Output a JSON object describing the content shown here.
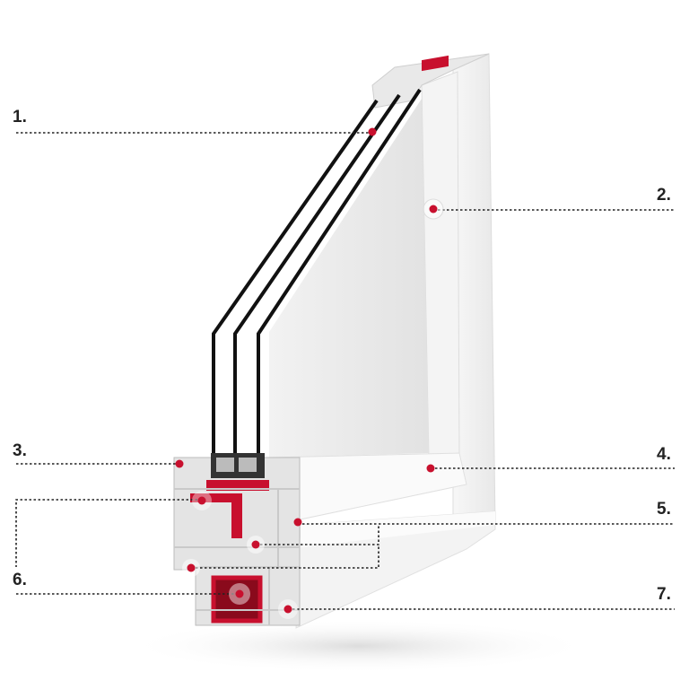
{
  "callouts": [
    {
      "number": "1."
    },
    {
      "number": "2."
    },
    {
      "number": "3."
    },
    {
      "number": "4."
    },
    {
      "number": "5."
    },
    {
      "number": "6."
    },
    {
      "number": "7."
    }
  ],
  "colors": {
    "accent": "#c8102e",
    "profile": "#e6e6e6",
    "glass": "#ececec",
    "leader": "#222222"
  }
}
